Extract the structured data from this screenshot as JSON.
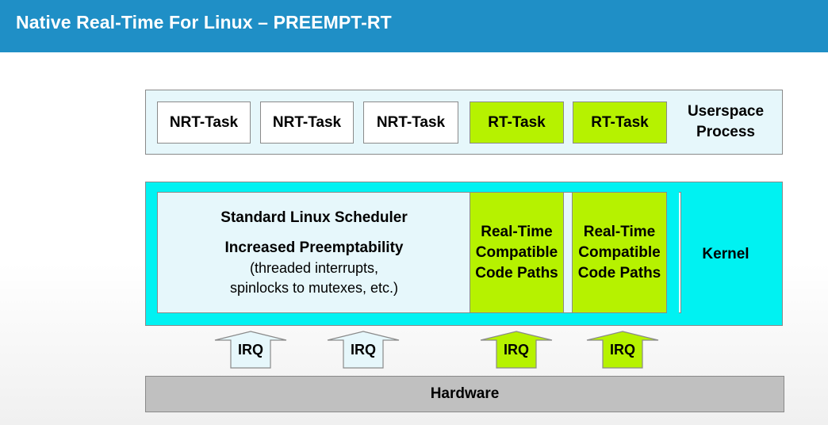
{
  "header": {
    "title": "Native Real-Time For Linux – PREEMPT-RT"
  },
  "userspace": {
    "tasks": [
      {
        "label": "NRT-Task",
        "kind": "nrt"
      },
      {
        "label": "NRT-Task",
        "kind": "nrt"
      },
      {
        "label": "NRT-Task",
        "kind": "nrt"
      },
      {
        "label": "RT-Task",
        "kind": "rt"
      },
      {
        "label": "RT-Task",
        "kind": "rt"
      }
    ],
    "label_line1": "Userspace",
    "label_line2": "Process"
  },
  "kernel": {
    "scheduler_title": "Standard Linux Scheduler",
    "preempt_title": "Increased Preemptability",
    "preempt_detail_1": "(threaded interrupts,",
    "preempt_detail_2": "spinlocks to mutexes, etc.)",
    "code_paths": [
      {
        "line1": "Real-Time",
        "line2": "Compatible",
        "line3": "Code Paths"
      },
      {
        "line1": "Real-Time",
        "line2": "Compatible",
        "line3": "Code Paths"
      }
    ],
    "label": "Kernel"
  },
  "irqs": [
    {
      "label": "IRQ",
      "kind": "nrt"
    },
    {
      "label": "IRQ",
      "kind": "nrt"
    },
    {
      "label": "IRQ",
      "kind": "rt"
    },
    {
      "label": "IRQ",
      "kind": "rt"
    }
  ],
  "hardware": {
    "label": "Hardware"
  },
  "colors": {
    "header_blue": "#1f8fc6",
    "rt_green": "#b6f200",
    "kernel_cyan": "#00f2f2",
    "light_blue": "#e6f7fb",
    "hardware_gray": "#c0c0c0"
  }
}
